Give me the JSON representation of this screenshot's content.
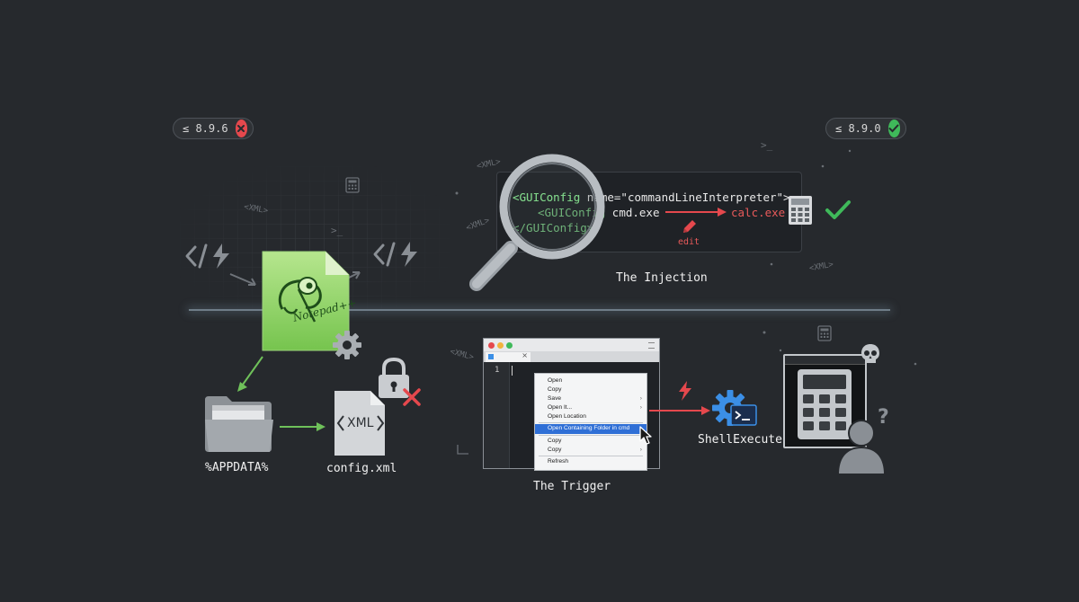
{
  "versions": {
    "vulnerable": "≤ 8.9.6",
    "fixed": "≤ 8.9.0"
  },
  "injection": {
    "title": "The Injection",
    "code_lines": [
      {
        "tag": "<GUIConfig",
        "rest": " name=\"commandLineInterpreter\">"
      },
      {
        "tag": "<GUIConfig",
        "rest": " cmd.exe"
      },
      {
        "tag": "</GUIConfig>",
        "rest": ""
      }
    ],
    "replacement": "calc.exe",
    "edit_label": "edit"
  },
  "notepad": {
    "logo_text": "Notepad++"
  },
  "files": {
    "folder_label": "%APPDATA%",
    "file_label": "config.xml",
    "file_badge": "XML"
  },
  "trigger": {
    "title": "The Trigger",
    "line_number": "1",
    "menu_items": [
      {
        "label": "Open",
        "submenu": false,
        "selected": false
      },
      {
        "label": "Copy",
        "submenu": false,
        "selected": false
      },
      {
        "label": "Save",
        "submenu": true,
        "selected": false
      },
      {
        "label": "Open It...",
        "submenu": true,
        "selected": false
      },
      {
        "label": "Open Location",
        "submenu": false,
        "selected": false
      },
      {
        "label": "Open Containing Folder in cmd",
        "submenu": false,
        "selected": true
      },
      {
        "label": "Copy",
        "submenu": false,
        "selected": false
      },
      {
        "label": "Copy",
        "submenu": true,
        "selected": false
      },
      {
        "label": "Refresh",
        "submenu": false,
        "selected": false
      }
    ]
  },
  "shell": {
    "label": "ShellExecute"
  },
  "decorations": {
    "xml_tag": "<XML>",
    "prompt": ">_"
  },
  "colors": {
    "background": "#26292d",
    "danger": "#e5484d",
    "success": "#3fb95a",
    "code_green": "#7fd488",
    "notepad_green": "#8fd26b",
    "accent_blue": "#3b8fe6"
  }
}
